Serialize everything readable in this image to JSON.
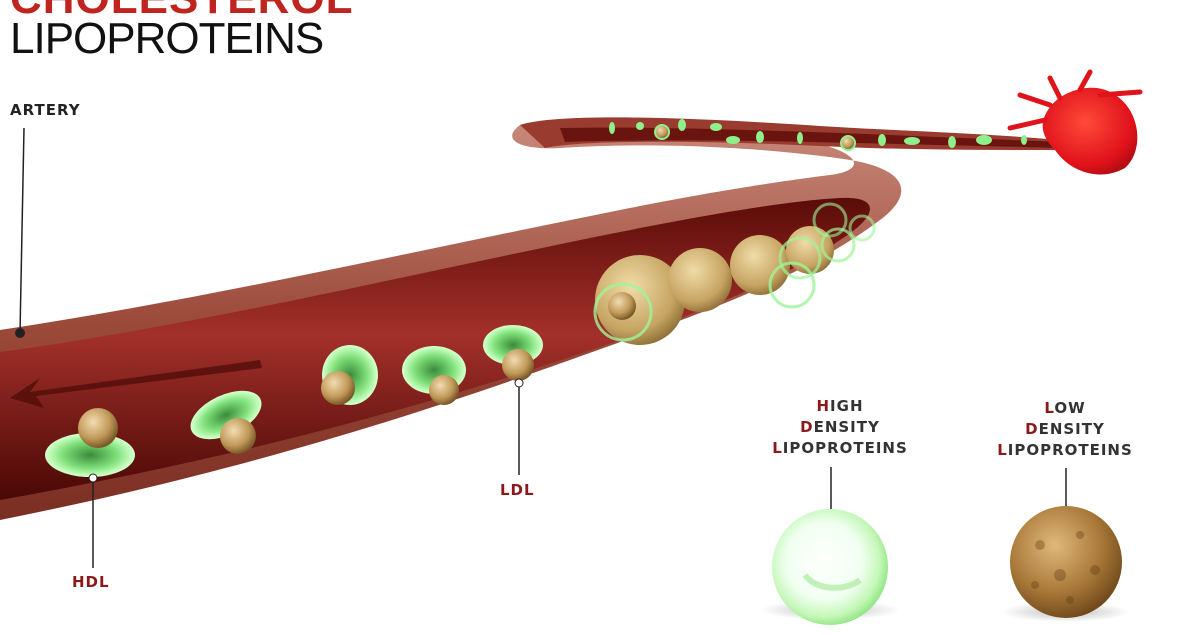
{
  "title": {
    "top_line_cut": "CHOLESTEROL",
    "main": "LIPOPROTEINS"
  },
  "labels": {
    "artery": "ARTERY",
    "hdl": "HDL",
    "ldl": "LDL"
  },
  "legend": {
    "hdl": {
      "lines": [
        {
          "initial": "H",
          "rest": "IGH"
        },
        {
          "initial": "D",
          "rest": "ENSITY"
        },
        {
          "initial": "L",
          "rest": "IPOPROTEINS"
        }
      ]
    },
    "ldl": {
      "lines": [
        {
          "initial": "L",
          "rest": "OW"
        },
        {
          "initial": "D",
          "rest": "ENSITY"
        },
        {
          "initial": "L",
          "rest": "IPOPROTEINS"
        }
      ]
    }
  },
  "colors": {
    "artery_wall": "#a0493a",
    "artery_inner": "#6e1410",
    "hdl_green": "#8ef08a",
    "ldl_tan": "#b58a4e",
    "heart_red": "#e0121a",
    "label_red": "#8a1a1a"
  }
}
